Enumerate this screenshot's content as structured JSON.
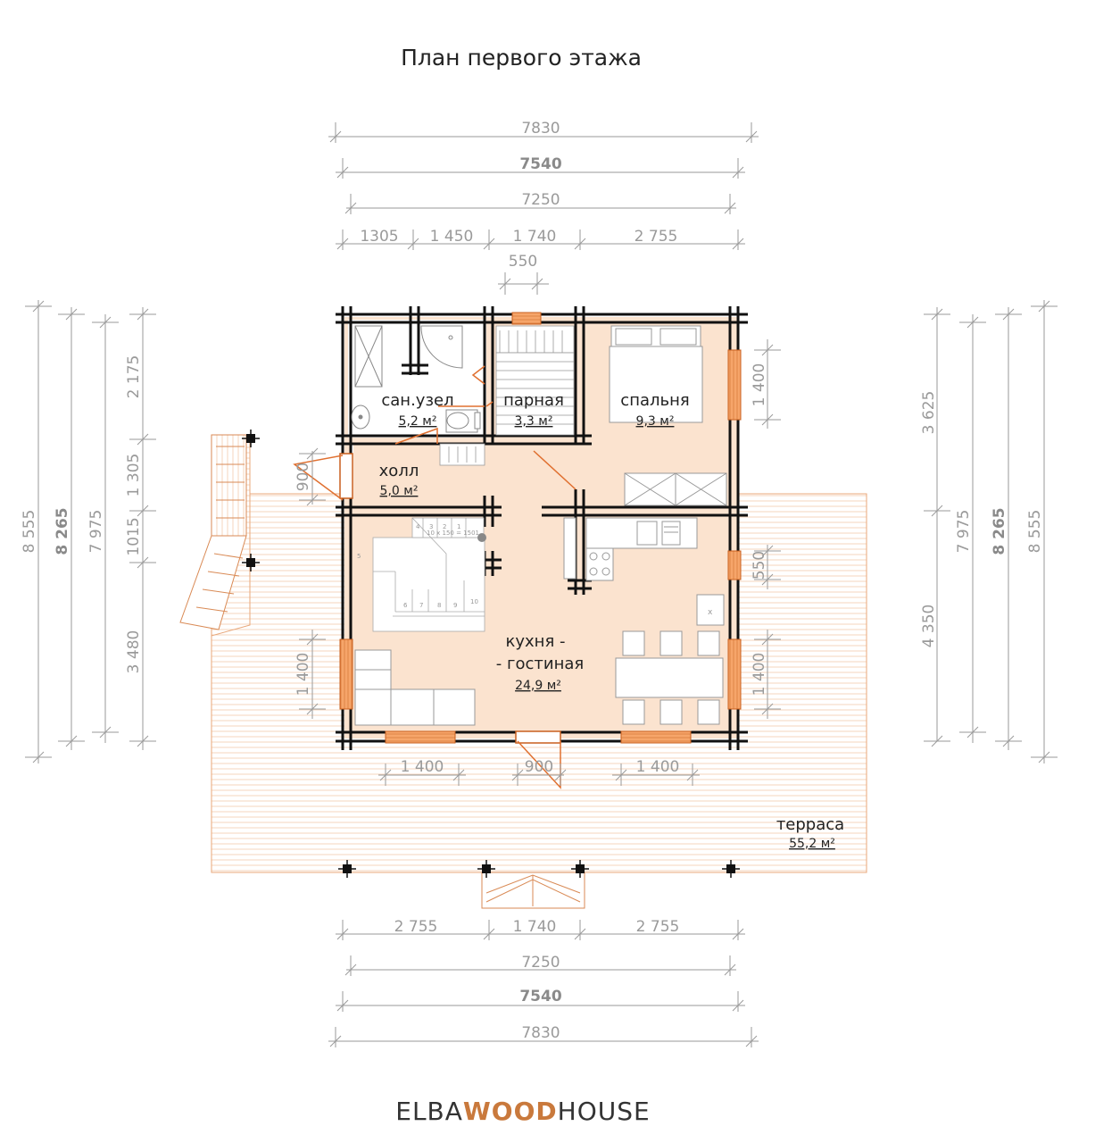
{
  "title": "План первого этажа",
  "brand": {
    "part1": "ELBA",
    "part2": "WOOD",
    "part3": "HOUSE",
    "accent": "#c9793c",
    "dark": "#333333"
  },
  "dims": {
    "top_outer": "7830",
    "top_main": "7540",
    "top_inner": "7250",
    "top_seg1": "1305",
    "top_seg2": "1 450",
    "top_seg3": "1 740",
    "top_seg4": "2 755",
    "top_door": "550",
    "left_outer": "8 555",
    "left_main": "8 265",
    "left_inner": "7 975",
    "left_seg1": "2 175",
    "left_seg2": "1 305",
    "left_seg3": "1015",
    "left_seg4": "3 480",
    "left_door": "900",
    "left_window": "1 400",
    "right_seg1": "3 625",
    "right_seg2": "4 350",
    "right_inner": "7 975",
    "right_main": "8 265",
    "right_outer": "8 555",
    "right_window1": "1 400",
    "right_window2": "550",
    "right_window3": "1 400",
    "front_window1": "1 400",
    "front_door": "900",
    "front_window2": "1 400",
    "bot_seg1": "2 755",
    "bot_seg2": "1 740",
    "bot_seg3": "2 755",
    "bot_inner": "7250",
    "bot_main": "7540",
    "bot_outer": "7830"
  },
  "rooms": {
    "bath": {
      "name": "сан.узел",
      "area": "5,2 м²"
    },
    "sauna": {
      "name": "парная",
      "area": "3,3 м²"
    },
    "bedroom": {
      "name": "спальня",
      "area": "9,3 м²"
    },
    "hall": {
      "name": "холл",
      "area": "5,0 м²"
    },
    "kitchen": {
      "name1": "кухня -",
      "name2": "- гостиная",
      "area": "24,9 м²"
    },
    "terrace": {
      "name": "терраса",
      "area": "55,2 м²"
    }
  },
  "stair_note": "10 x 150 = 1501",
  "stair_numbers": [
    "1",
    "2",
    "3",
    "4",
    "5",
    "6",
    "7",
    "8",
    "9",
    "10"
  ],
  "colors": {
    "floor": "#fbe3cf",
    "wall": "#111111",
    "orange": "#e07030",
    "dimline": "#9a9a9a",
    "terrace_lines": "#f0c9a8"
  }
}
